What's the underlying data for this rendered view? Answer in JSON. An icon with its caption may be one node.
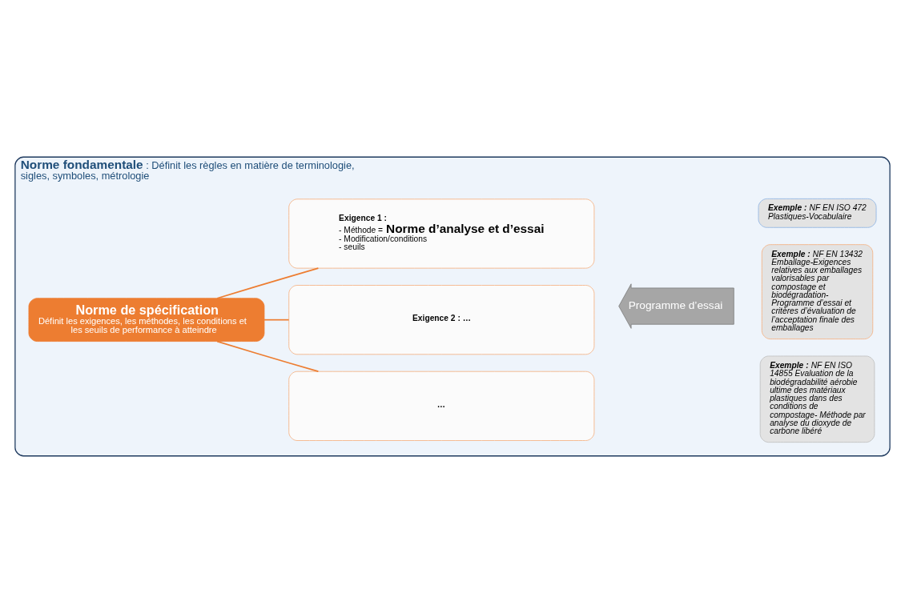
{
  "diagram": {
    "nodes": [
      {
        "text": [
          "**Norme fondamentale** : Définit les règles en matière de terminologie, sigles, symboles, métrologie"
        ]
      },
      {
        "text": [
          "Norme de spécification",
          "Définit les exigences, les méthodes, les conditions et les seuils de performance à atteindre"
        ],
        "in": 0
      },
      {
        "text": [
          "Exigence 1 :",
          "- Méthode = **Norme d’analyse et d’essai**",
          "- Modification/conditions",
          "- seuils"
        ],
        "in": 0
      },
      {
        "text": [
          "Exigence 2 : …"
        ],
        "in": 0
      },
      {
        "text": [
          "…"
        ],
        "in": 0
      },
      {
        "text": [
          "Programme d’essai"
        ],
        "in": 0
      },
      {
        "text": [
          "**Exemple :** NF EN ISO 472 Plastiques-Vocabulaire"
        ],
        "in": 0
      },
      {
        "text": [
          "**Exemple :** NF EN 13432 Emballage-Exigences relatives aux emballages valorisables par compostage et biodégradation- Programme d’essai et critères d’évaluation de l’acceptation finale des emballages"
        ],
        "in": 0
      },
      {
        "text": [
          "**Exemple :** NF EN ISO 14855 Evaluation de la biodégradabilité aérobie ultime des matériaux plastiques dans des conditions de compostage- Méthode par analyse du dioxyde de carbone libéré"
        ],
        "in": 0
      }
    ],
    "edges": [
      {
        "from": 1,
        "to": 2,
        "arrow": "none"
      },
      {
        "from": 1,
        "to": 3,
        "arrow": "none"
      },
      {
        "from": 1,
        "to": 4,
        "arrow": "none"
      }
    ]
  }
}
